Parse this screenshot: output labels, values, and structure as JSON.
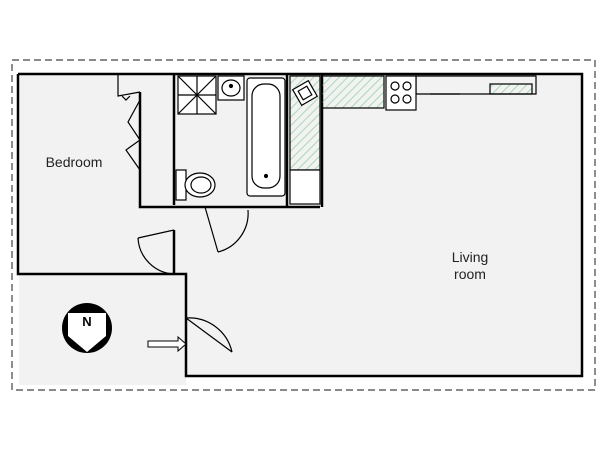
{
  "rooms": {
    "bedroom": "Bedroom",
    "living_line1": "Living",
    "living_line2": "room"
  },
  "compass": {
    "letter": "N"
  },
  "colors": {
    "wall": "#000000",
    "floor": "#f2f2f2",
    "counter": "#8fd19e",
    "border_dash": "#444444"
  }
}
